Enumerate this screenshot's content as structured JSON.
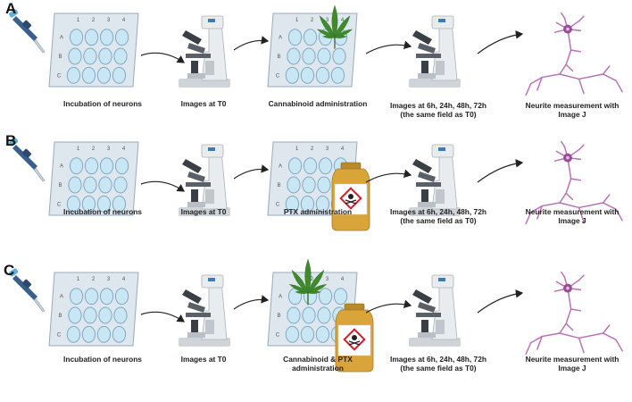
{
  "panels": [
    {
      "letter": "A",
      "captions": {
        "incubation": "Incubation of neurons",
        "images_t0": "Images at T0",
        "treatment": [
          "Cannabinoid administration"
        ],
        "images_later": [
          "Images at 6h, 24h, 48h, 72h",
          "(the same field as T0)"
        ],
        "neurite": [
          "Neurite measurement with",
          "Image J"
        ]
      },
      "treatment_icons": [
        "cannabis-leaf-icon"
      ]
    },
    {
      "letter": "B",
      "captions": {
        "incubation": "Incubation of neurons",
        "images_t0": "Images at T0",
        "treatment": [
          "PTX  administration"
        ],
        "images_later": [
          "Images at 6h, 24h, 48h, 72h",
          "(the same field as T0)"
        ],
        "neurite": [
          "Neurite measurement with",
          "Image J"
        ]
      },
      "treatment_icons": [
        "toxic-bottle-icon"
      ]
    },
    {
      "letter": "C",
      "captions": {
        "incubation": "Incubation of neurons",
        "images_t0": "Images at T0",
        "treatment": [
          "Cannabinoid & PTX",
          "administration"
        ],
        "images_later": [
          "Images at 6h, 24h, 48h, 72h",
          "(the same field as T0)"
        ],
        "neurite": [
          "Neurite measurement with",
          "Image J"
        ]
      },
      "treatment_icons": [
        "cannabis-leaf-icon",
        "toxic-bottle-icon"
      ]
    }
  ],
  "plate": {
    "columns": [
      "1",
      "2",
      "3",
      "4"
    ],
    "rows": [
      "A",
      "B",
      "C"
    ]
  },
  "colors": {
    "plate_fill": "#dfe7ee",
    "well_fill": "#c9e6f5",
    "well_stroke": "#7fa9c4",
    "pipette": "#3b5f8c",
    "microscope_body": "#e9ecef",
    "microscope_dark": "#3a3f45",
    "leaf": "#3f8a2c",
    "bottle": "#d9a53a",
    "neuron": "#b86fb4",
    "neuron_body": "#9b4d98",
    "arrow": "#222222"
  }
}
